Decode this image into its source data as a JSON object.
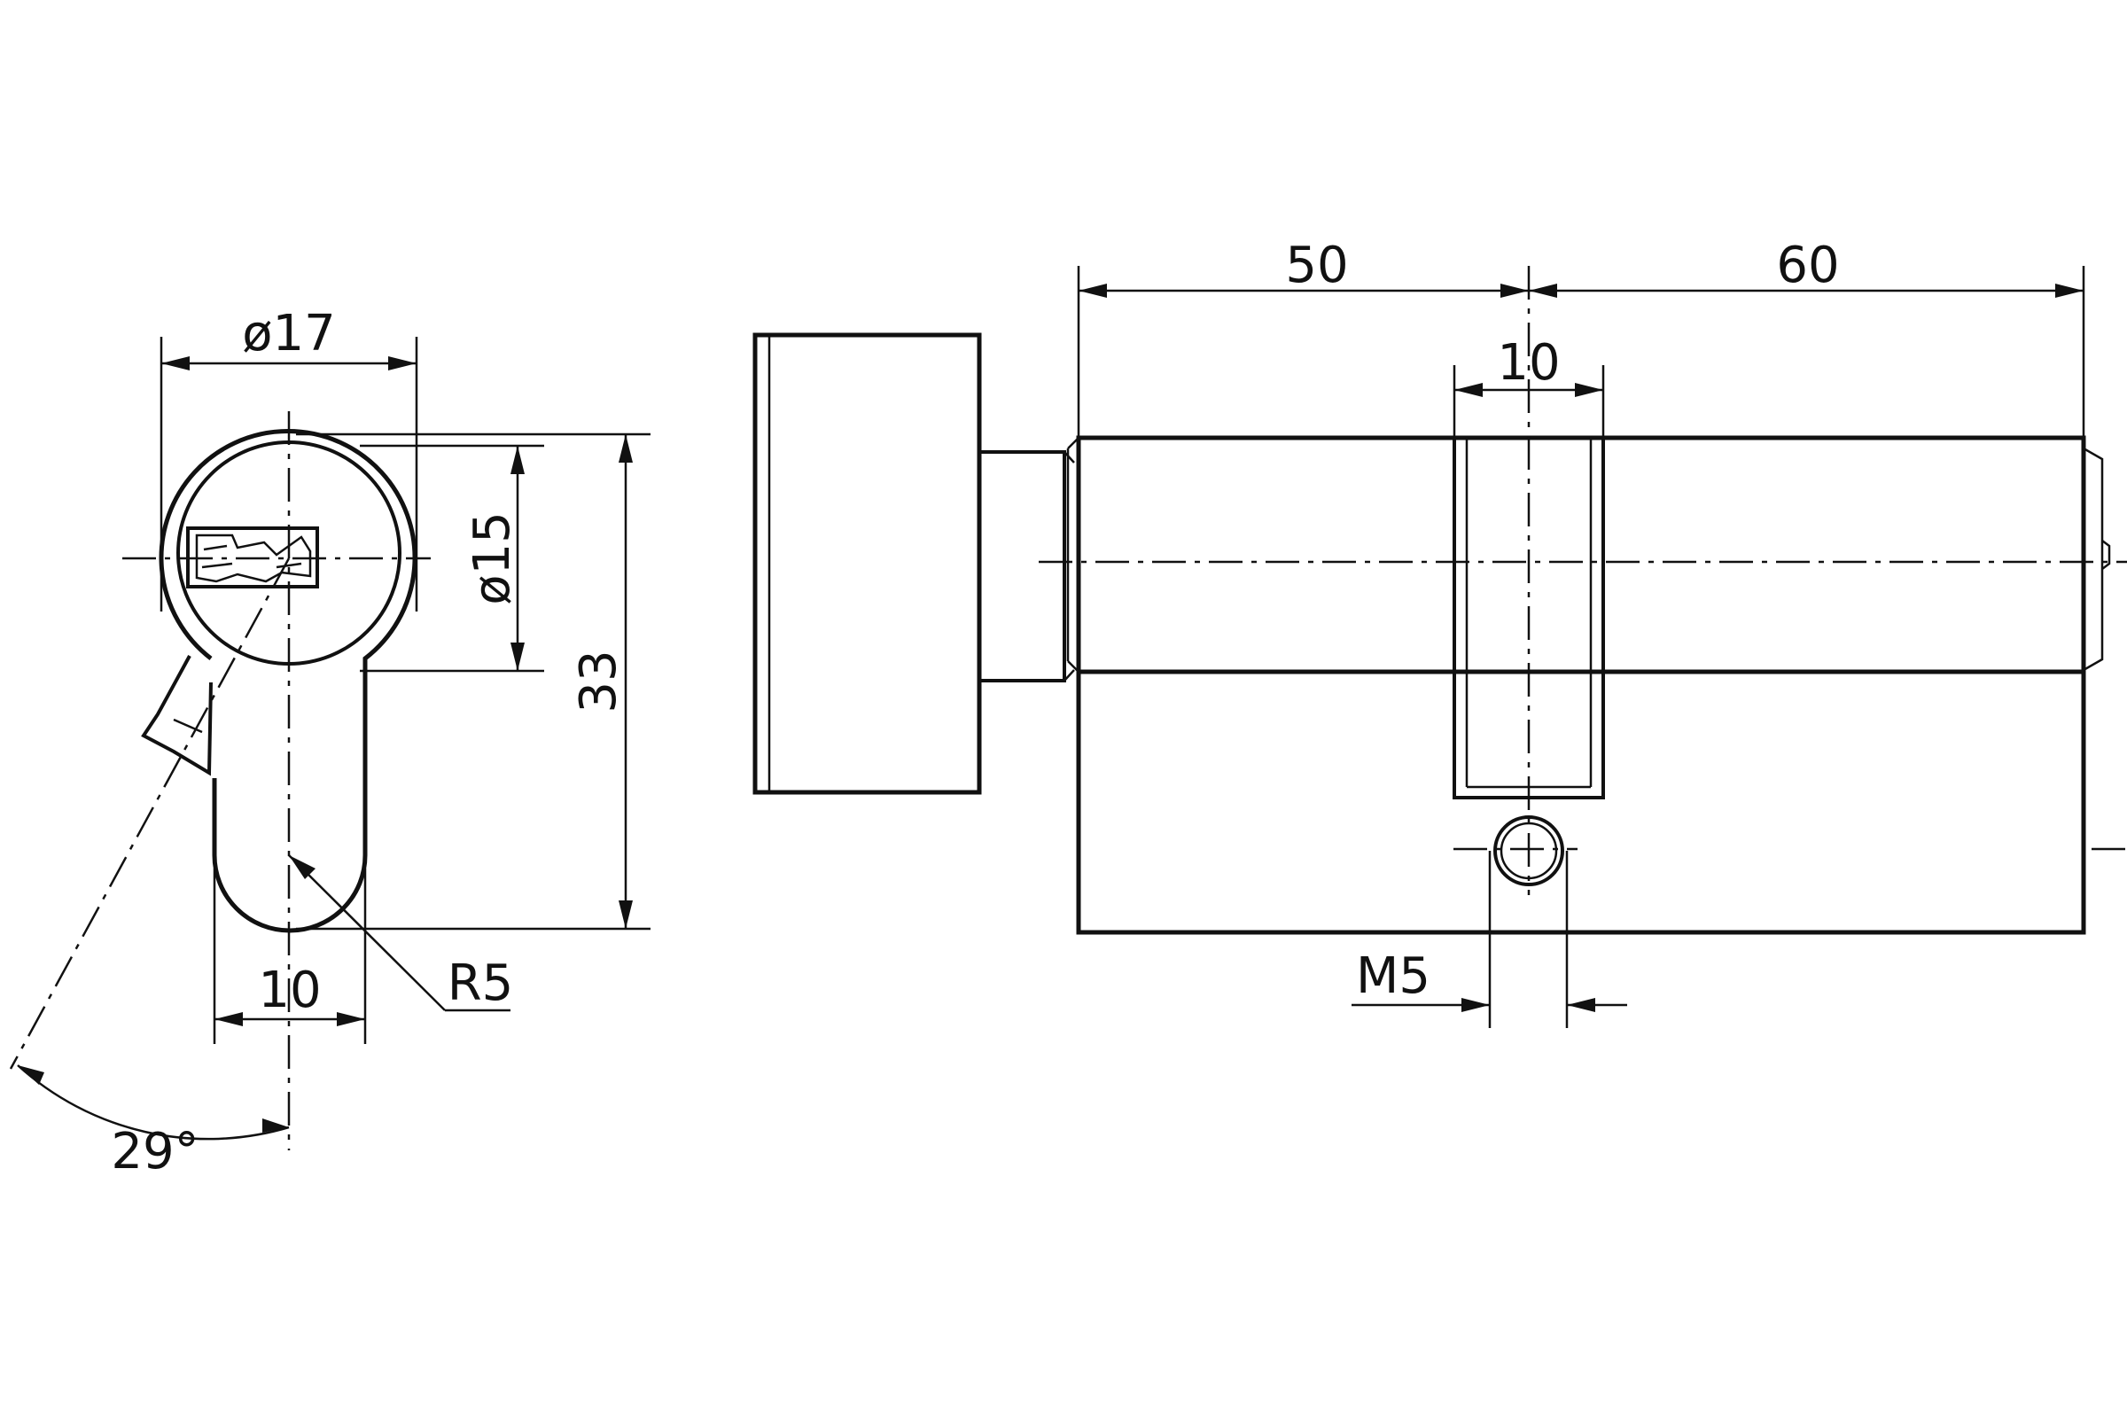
{
  "dimensions": {
    "front_diameter_outer": "ø17",
    "front_diameter_inner": "ø15",
    "front_height": "33",
    "front_cam_width": "10",
    "front_radius": "R5",
    "front_angle": "29°",
    "side_length_left": "50",
    "side_length_right": "60",
    "side_cam_width": "10",
    "side_screw_thread": "M5"
  },
  "colors": {
    "line": "#111111",
    "background": "#ffffff"
  }
}
